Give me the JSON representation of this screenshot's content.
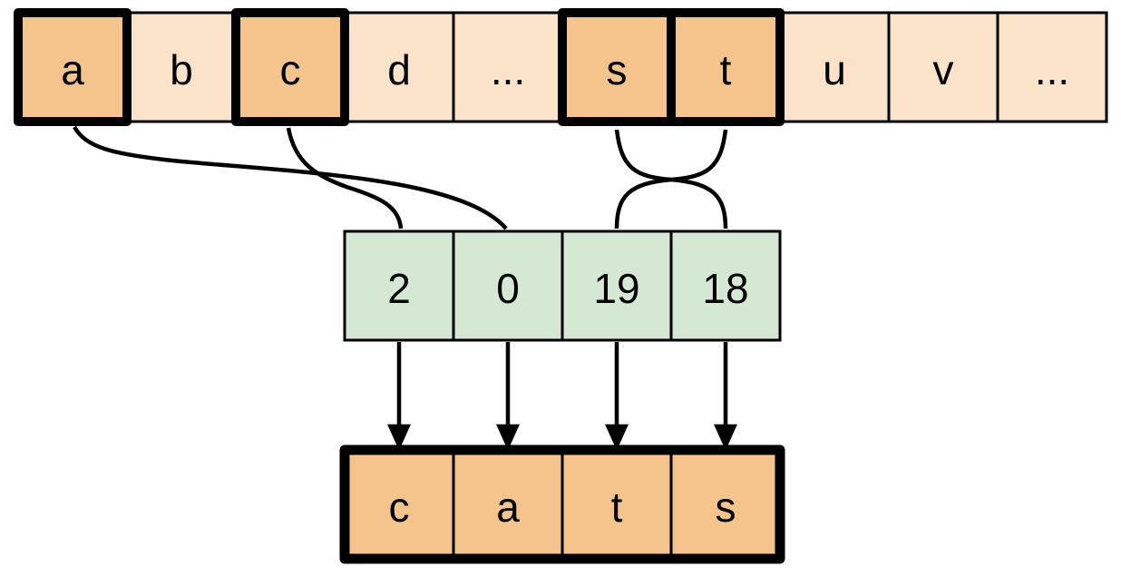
{
  "colors": {
    "background": "#ffffff",
    "cell_light": "#fbe3ca",
    "cell_highlight": "#f5c48c",
    "index_cell": "#d5e8d4",
    "line": "#000000"
  },
  "alphabet_row": {
    "cells": [
      {
        "label": "a",
        "highlighted": true
      },
      {
        "label": "b",
        "highlighted": false
      },
      {
        "label": "c",
        "highlighted": true
      },
      {
        "label": "d",
        "highlighted": false
      },
      {
        "label": "...",
        "highlighted": false
      },
      {
        "label": "s",
        "highlighted": true
      },
      {
        "label": "t",
        "highlighted": true
      },
      {
        "label": "u",
        "highlighted": false
      },
      {
        "label": "v",
        "highlighted": false
      },
      {
        "label": "...",
        "highlighted": false
      }
    ]
  },
  "index_row": {
    "cells": [
      {
        "label": "2"
      },
      {
        "label": "0"
      },
      {
        "label": "19"
      },
      {
        "label": "18"
      }
    ]
  },
  "output_row": {
    "cells": [
      {
        "label": "c"
      },
      {
        "label": "a"
      },
      {
        "label": "t"
      },
      {
        "label": "s"
      }
    ]
  },
  "connections": [
    {
      "from": "a",
      "to": "0"
    },
    {
      "from": "c",
      "to": "2"
    },
    {
      "from": "s",
      "to": "18"
    },
    {
      "from": "t",
      "to": "19"
    }
  ]
}
